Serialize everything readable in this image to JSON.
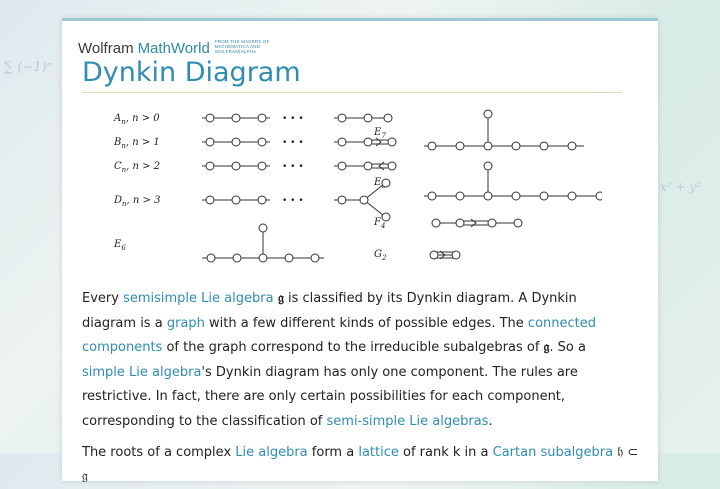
{
  "header": {
    "logo_wolfram": "Wolfram",
    "logo_mathworld": "MathWorld",
    "tagline": "FROM THE MAKERS OF MATHEMATICA AND WOLFRAM|ALPHA"
  },
  "page_title": "Dynkin Diagram",
  "diagram_labels": {
    "A": "A",
    "A_sub": "n",
    "A_cond": ", n > 0",
    "B": "B",
    "B_sub": "n",
    "B_cond": ", n > 1",
    "C": "C",
    "C_sub": "n",
    "C_cond": ", n > 2",
    "D": "D",
    "D_sub": "n",
    "D_cond": ", n > 3",
    "E6": "E",
    "E6_sub": "6",
    "E7": "E",
    "E7_sub": "7",
    "E8": "E",
    "E8_sub": "8",
    "F4": "F",
    "F4_sub": "4",
    "G2": "G",
    "G2_sub": "2",
    "dots": "• • •"
  },
  "paragraph1": {
    "t1": "Every ",
    "l1": "semisimple Lie algebra",
    "g1": " 𝔤",
    "t2": " is classified by its Dynkin diagram. A Dynkin diagram is a ",
    "l2": "graph",
    "t3": " with a few different kinds of possible edges. The ",
    "l3": "connected components",
    "t4": " of the graph correspond to the irreducible subalgebras of ",
    "g2": "𝔤",
    "t5": ". So a ",
    "l4": "simple Lie algebra",
    "t6": "'s Dynkin diagram has only one component. The rules are restrictive. In fact, there are only certain possibilities for each component, corresponding to the classification of ",
    "l5": "semi-simple Lie algebras",
    "t7": "."
  },
  "paragraph2": {
    "t1": "The roots of a complex ",
    "l1": "Lie algebra",
    "t2": " form a ",
    "l2": "lattice",
    "t3": " of rank k in a ",
    "l3": "Cartan subalgebra",
    "t4": " 𝔥 ⊂ 𝔤"
  },
  "colors": {
    "link": "#2f8db2",
    "title": "#2f8db2",
    "text": "#222222"
  }
}
